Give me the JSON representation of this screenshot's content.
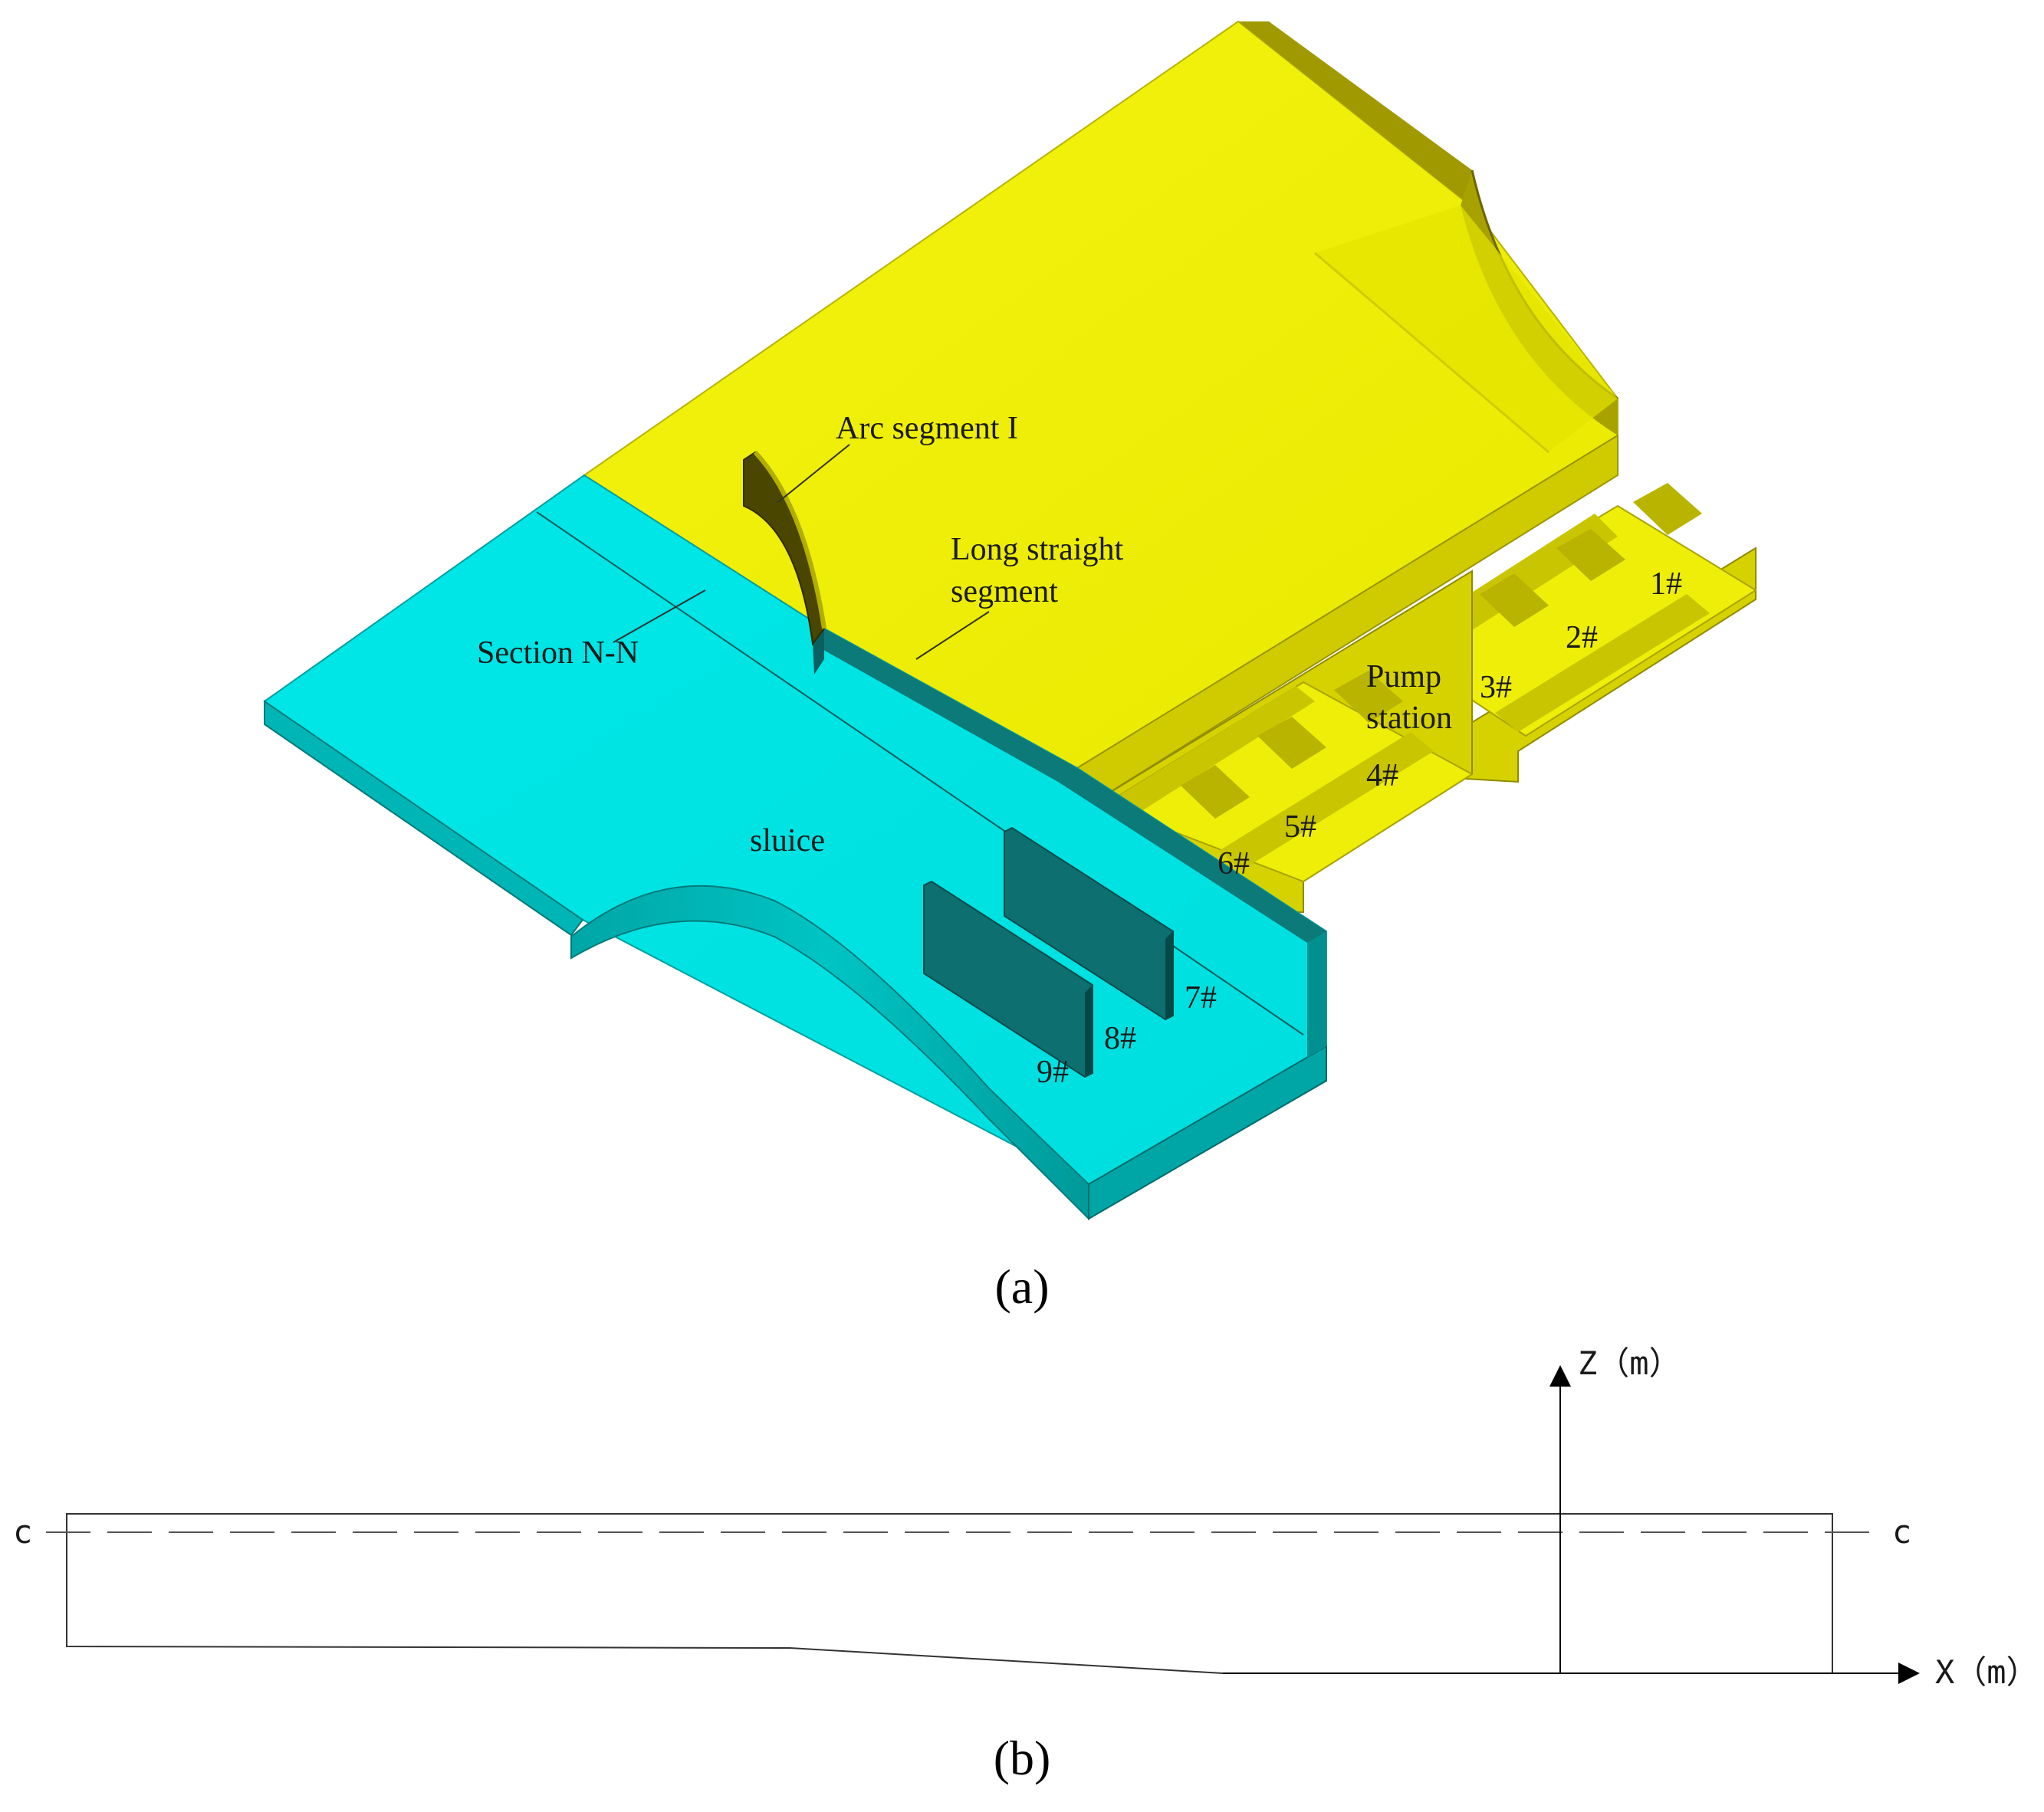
{
  "figure_a": {
    "caption": "(a)",
    "labels": {
      "arc_segment": "Arc segment I",
      "long_straight_1": "Long straight",
      "long_straight_2": "segment",
      "section": "Section N-N",
      "pump_1": "Pump",
      "pump_2": "station",
      "sluice": "sluice"
    },
    "units": [
      "1#",
      "2#",
      "3#",
      "4#",
      "5#",
      "6#",
      "7#",
      "8#",
      "9#"
    ],
    "colors": {
      "yellow_top": "#f2f20c",
      "yellow_side": "#c8c400",
      "yellow_dark": "#8f8a00",
      "cyan_top": "#00e6e6",
      "cyan_side": "#00b3b3",
      "cyan_dark": "#0d6f6f"
    }
  },
  "figure_b": {
    "caption": "(b)",
    "z_axis_label": "Z（m）",
    "x_axis_label": "X（m）",
    "c_left": "c",
    "c_right": "c"
  }
}
